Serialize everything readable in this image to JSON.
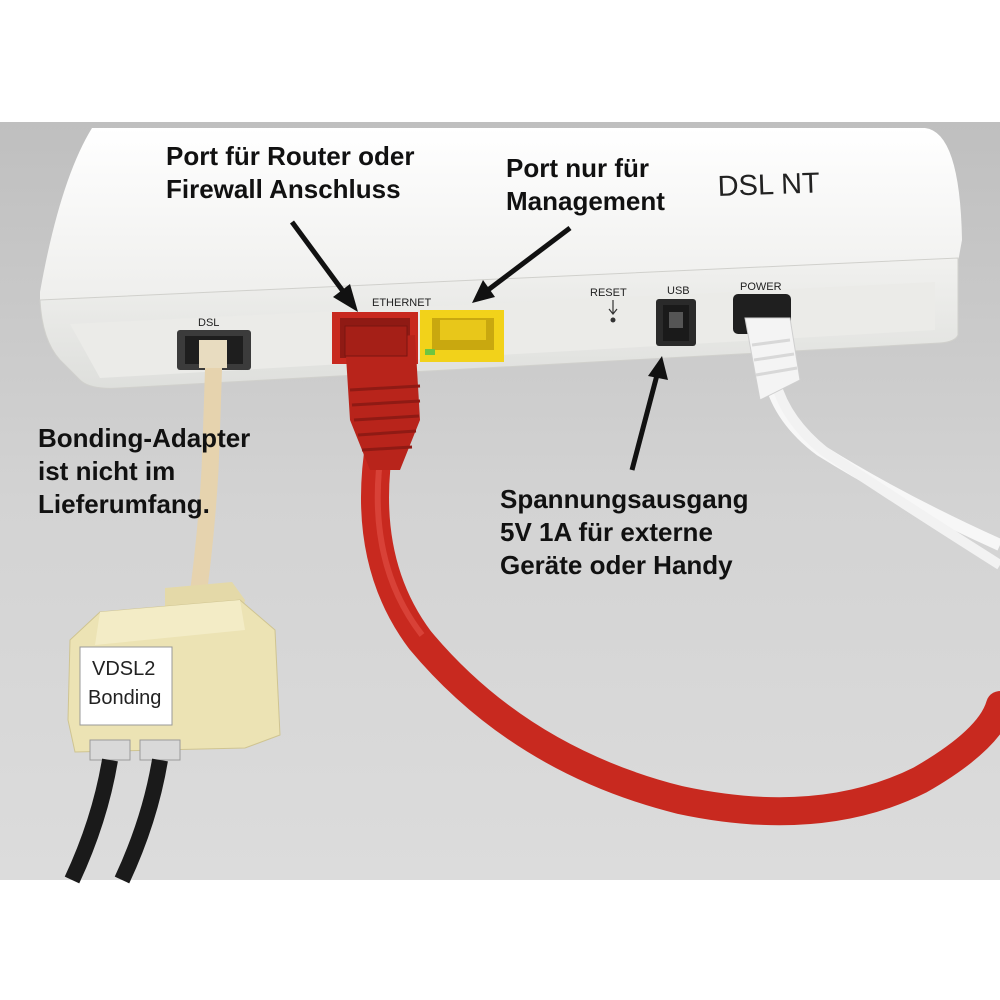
{
  "device": {
    "name": "DSL NT",
    "port_labels": {
      "dsl": "DSL",
      "ethernet": "ETHERNET",
      "reset": "RESET",
      "usb": "USB",
      "power": "POWER"
    }
  },
  "adapter": {
    "label_line1": "VDSL2",
    "label_line2": "Bonding"
  },
  "annotations": {
    "router_port": "Port für Router oder\nFirewall Anschluss",
    "management_port": "Port nur für\nManagement",
    "bonding_adapter": "Bonding-Adapter\nist nicht im\nLieferumfang.",
    "usb_power": "Spannungsausgang\n5V 1A für externe\nGeräte oder Handy"
  },
  "colors": {
    "ethernet_cable": "#c8291f",
    "management_port": "#f2d21a",
    "adapter_body": "#ece3b4",
    "dsl_cable": "#e6d3ae",
    "device_body": "#f3f3f1"
  }
}
